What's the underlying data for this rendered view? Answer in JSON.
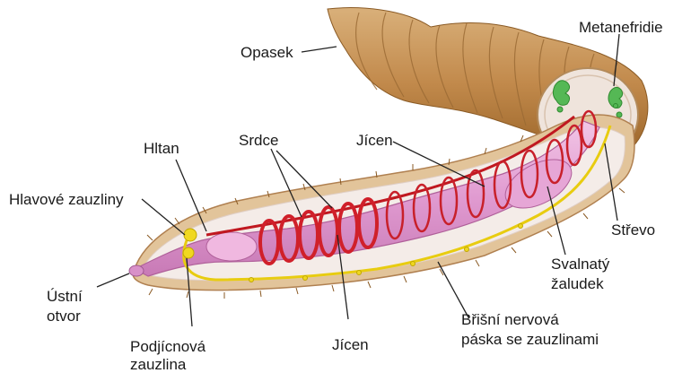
{
  "labels": {
    "opasek": "Opasek",
    "metanefridie": "Metanefridie",
    "hltan": "Hltan",
    "srdce": "Srdce",
    "jicen_top": "Jícen",
    "hlavove_zauzliny": "Hlavové zauzliny",
    "strevo": "Střevo",
    "svalnaty_1": "Svalnatý",
    "svalnaty_2": "žaludek",
    "ustni_1": "Ústní",
    "ustni_2": "otvor",
    "brisni_1": "Břišní nervová",
    "brisni_2": "páska se zauzlinami",
    "podjicnova_1": "Podjícnová",
    "podjicnova_2": "zauzlina",
    "jicen_bottom": "Jícen"
  },
  "colors": {
    "body_skin": "#c89a5c",
    "body_dark": "#a8743a",
    "cavity": "#f2e8e4",
    "gut": "#e4a8d2",
    "vessel": "#d0202a",
    "nerve": "#e8d020",
    "nephridia": "#5cc05c"
  }
}
